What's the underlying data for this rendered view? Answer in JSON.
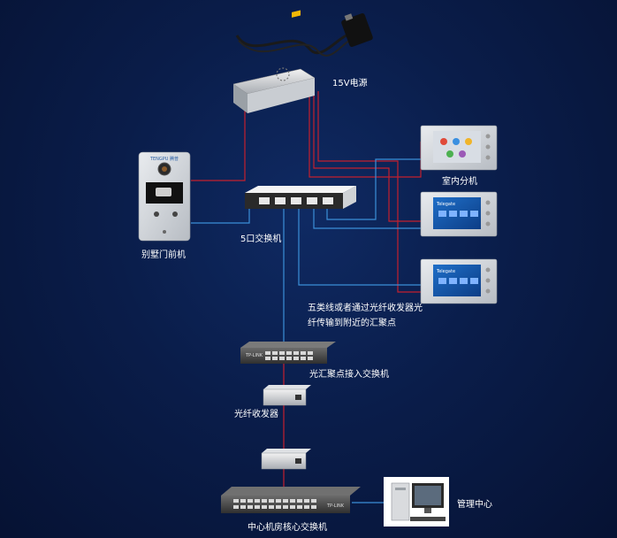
{
  "labels": {
    "power": "15V电源",
    "indoor": "室内分机",
    "door": "别墅门前机",
    "switch5": "5口交换机",
    "cable_line1": "五类线或者通过光纤收发器光",
    "cable_line2": "纤传输到附近的汇聚点",
    "agg_switch": "光汇聚点接入交换机",
    "transceiver": "光纤收发器",
    "mgmt": "管理中心",
    "core_switch": "中心机房核心交换机"
  },
  "device_texts": {
    "door_brand": "TENGPU 腾普",
    "indoor_brand": "Telegate",
    "switch_brand": "TP-LINK"
  },
  "colors": {
    "background": "#0a1d4a",
    "power_line": "#c4202e",
    "network_line": "#3b8fd8",
    "label_text": "#ffffff"
  }
}
